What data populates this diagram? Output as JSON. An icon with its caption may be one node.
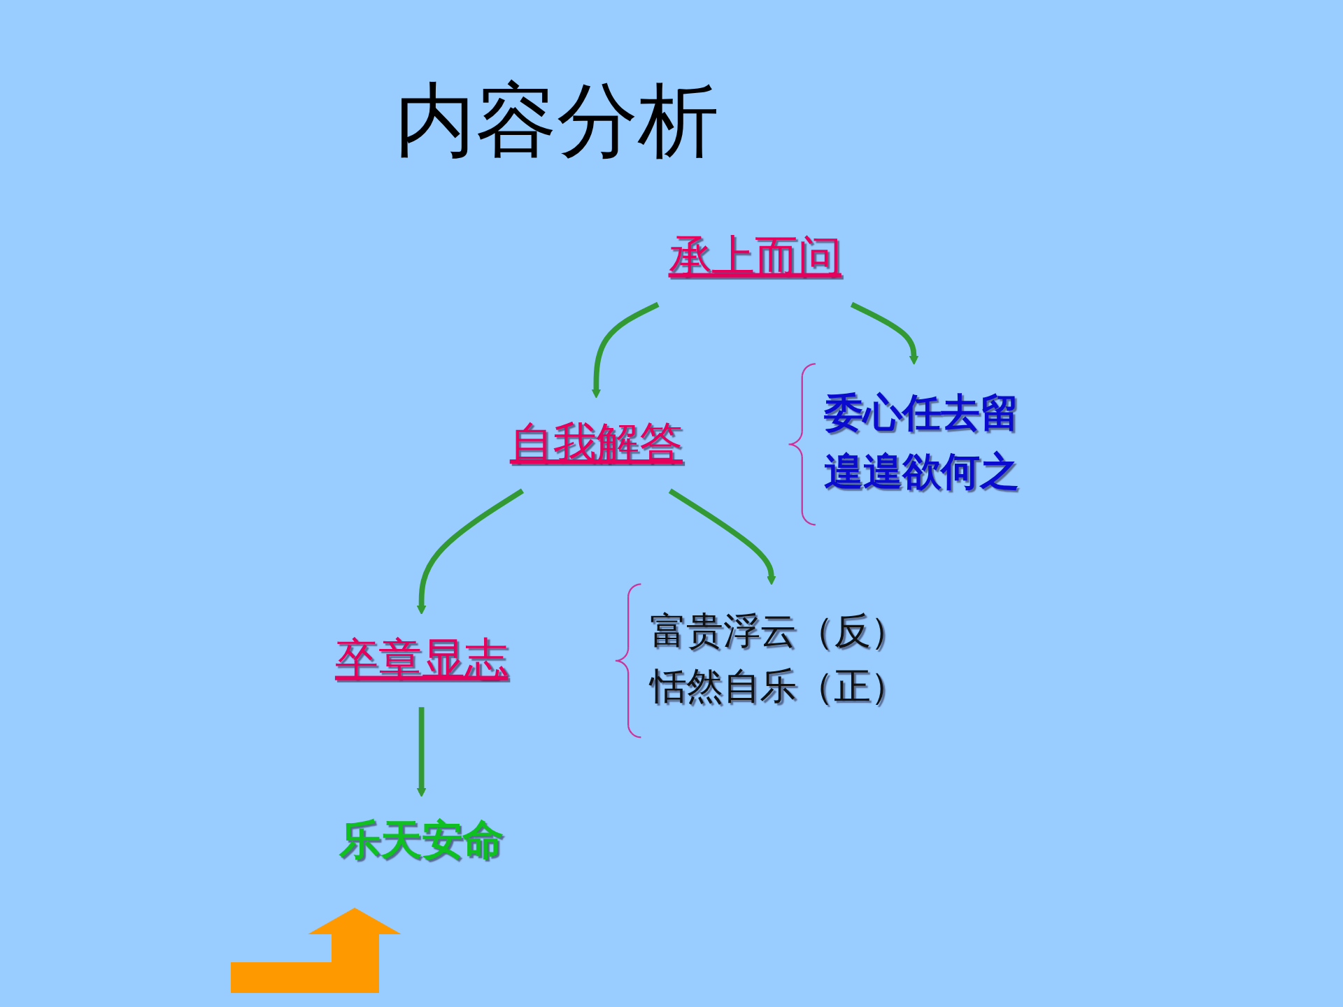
{
  "diagram": {
    "title": "内容分析",
    "nodes": [
      {
        "text": [
          "承上而问"
        ]
      },
      {
        "text": [
          "委心任去留",
          "遑遑欲何之"
        ]
      },
      {
        "text": [
          "自我解答"
        ]
      },
      {
        "text": [
          "富贵浮云（反）",
          "恬然自乐（正）"
        ]
      },
      {
        "text": [
          "卒章显志"
        ]
      },
      {
        "text": [
          "乐天安命"
        ]
      }
    ],
    "edges": [
      {
        "from": 0,
        "to": 1,
        "arrow": "to"
      },
      {
        "from": 0,
        "to": 2,
        "arrow": "to"
      },
      {
        "from": 2,
        "to": 3,
        "arrow": "to"
      },
      {
        "from": 2,
        "to": 4,
        "arrow": "to"
      },
      {
        "from": 4,
        "to": 5,
        "arrow": "to"
      }
    ]
  }
}
